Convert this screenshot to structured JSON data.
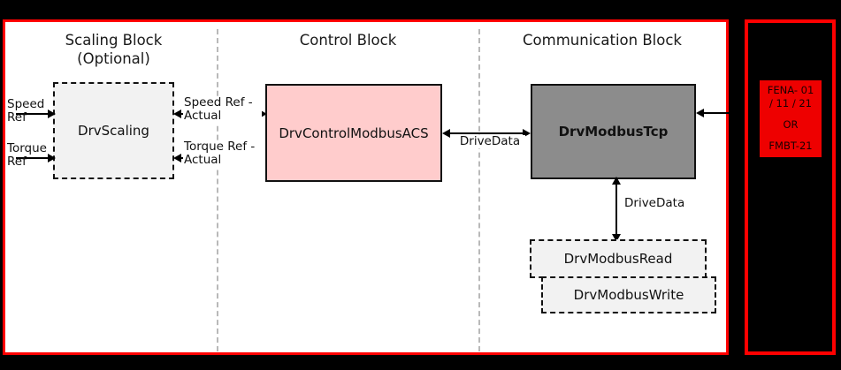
{
  "diagram": {
    "lanes": [
      {
        "id": "scaling",
        "title": "Scaling Block\n(Optional)"
      },
      {
        "id": "control",
        "title": "Control Block"
      },
      {
        "id": "communication",
        "title": "Communication Block"
      }
    ],
    "nodes": {
      "scaling": "DrvScaling",
      "control": "DrvControlModbusACS",
      "modbus_tcp": "DrvModbusTcp",
      "modbus_read": "DrvModbusRead",
      "modbus_write": "DrvModbusWrite"
    },
    "inputs": {
      "speed_ref": "Speed\nRef",
      "torque_ref": "Torque\nRef"
    },
    "edges": {
      "speed_ref_actual": "Speed Ref -\nActual",
      "torque_ref_actual": "Torque Ref -\nActual",
      "drive_data_control": "DriveData",
      "drive_data_rw": "DriveData"
    },
    "device": {
      "line1": "FENA- 01",
      "line2": "/ 11 / 21",
      "line3": "OR",
      "line4": "FMBT-21"
    },
    "colors": {
      "border_red": "#ff0000",
      "device_red": "#ee0000",
      "control_pink": "#ffcccc",
      "comm_gray": "#8c8c8c",
      "node_fill": "#f2f2f2",
      "lane_separator": "#b9b9b9"
    }
  }
}
